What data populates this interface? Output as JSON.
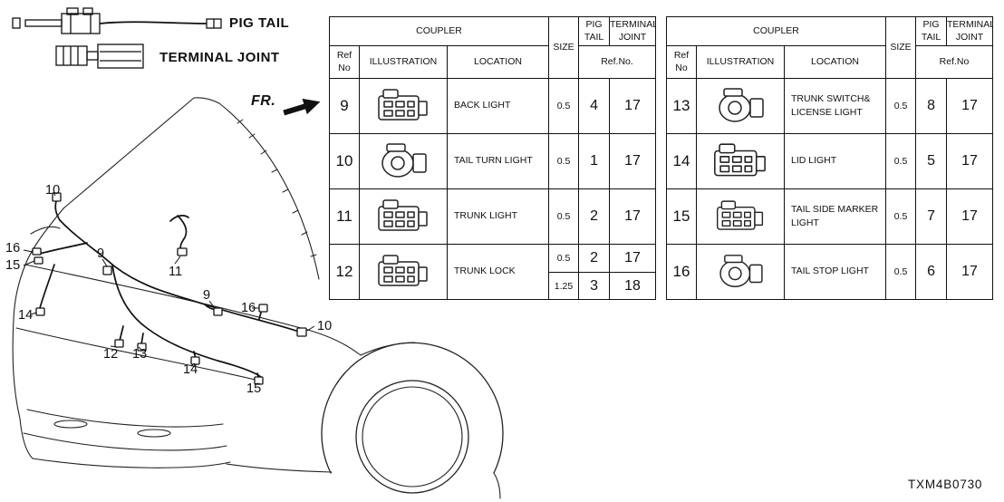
{
  "legend": {
    "pig_tail": "PIG TAIL",
    "terminal_joint": "TERMINAL JOINT",
    "fr": "FR."
  },
  "diagram_code": "TXM4B0730",
  "callouts": [
    "10",
    "16",
    "15",
    "9",
    "14",
    "11",
    "9",
    "16",
    "10",
    "12",
    "13",
    "14",
    "15"
  ],
  "table1": {
    "headers": {
      "coupler": "COUPLER",
      "ref_no": "Ref No",
      "illustration": "ILLUSTRATION",
      "location": "LOCATION",
      "size": "SIZE",
      "pig_tail": "PIG TAIL",
      "terminal_joint": "TERMINAL JOINT",
      "ref_no_sub": "Ref.No."
    },
    "rows": [
      {
        "ref": "9",
        "location": "BACK LIGHT",
        "size": "0.5",
        "pig": "4",
        "tj": "17"
      },
      {
        "ref": "10",
        "location": "TAIL TURN LIGHT",
        "size": "0.5",
        "pig": "1",
        "tj": "17"
      },
      {
        "ref": "11",
        "location": "TRUNK LIGHT",
        "size": "0.5",
        "pig": "2",
        "tj": "17"
      },
      {
        "ref": "12",
        "location": "TRUNK LOCK",
        "size": "0.5",
        "pig": "2",
        "tj": "17",
        "size2": "1.25",
        "pig2": "3",
        "tj2": "18"
      }
    ]
  },
  "table2": {
    "headers": {
      "coupler": "COUPLER",
      "ref_no": "Ref No",
      "illustration": "ILLUSTRATION",
      "location": "LOCATION",
      "size": "SIZE",
      "pig_tail": "PIG TAIL",
      "terminal_joint": "TERMINAL JOINT",
      "ref_no_sub": "Ref.No"
    },
    "rows": [
      {
        "ref": "13",
        "location": "TRUNK SWITCH& LICENSE LIGHT",
        "size": "0.5",
        "pig": "8",
        "tj": "17"
      },
      {
        "ref": "14",
        "location": "LID LIGHT",
        "size": "0.5",
        "pig": "5",
        "tj": "17"
      },
      {
        "ref": "15",
        "location": "TAIL SIDE MARKER LIGHT",
        "size": "0.5",
        "pig": "7",
        "tj": "17"
      },
      {
        "ref": "16",
        "location": "TAIL STOP LIGHT",
        "size": "0.5",
        "pig": "6",
        "tj": "17"
      }
    ]
  }
}
